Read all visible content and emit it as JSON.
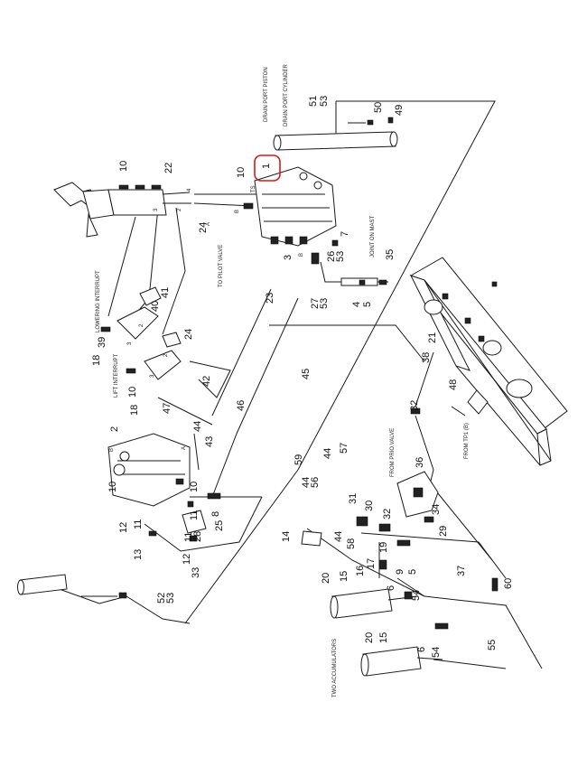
{
  "diagram": {
    "highlight_color": "#d41a1a",
    "line_color": "#1a1a1a",
    "highlighted_part": "1",
    "part_numbers": [
      "1",
      "2",
      "3",
      "4",
      "5",
      "6",
      "7",
      "8",
      "9",
      "10",
      "11",
      "12",
      "13",
      "14",
      "15",
      "16",
      "17",
      "18",
      "19",
      "20",
      "21",
      "22",
      "23",
      "24",
      "25",
      "26",
      "27",
      "28",
      "29",
      "30",
      "31",
      "32",
      "33",
      "34",
      "35",
      "36",
      "37",
      "38",
      "39",
      "40",
      "41",
      "42",
      "43",
      "44",
      "45",
      "46",
      "47",
      "48",
      "49",
      "50",
      "51",
      "52",
      "53",
      "54",
      "55",
      "56",
      "57",
      "58",
      "59",
      "60"
    ],
    "notes": {
      "drain_port_piston": "DRAIN PORT PISTON",
      "drain_port_cylinder": "DRAIN PORT CYLINDER",
      "joint_on_mast": "JOINT ON MAST",
      "to_pilot_valve": "TO PILOT VALVE",
      "lowering_interrupt": "LOWERING INTERRUPT",
      "lift_interrupt": "LIFT INTERRUPT",
      "from_prio_valve": "FROM PRIO.VALVE",
      "from_tp1": "FROM TP1 (B)",
      "two_accumulators": "TWO ACCUMULATORS"
    }
  }
}
